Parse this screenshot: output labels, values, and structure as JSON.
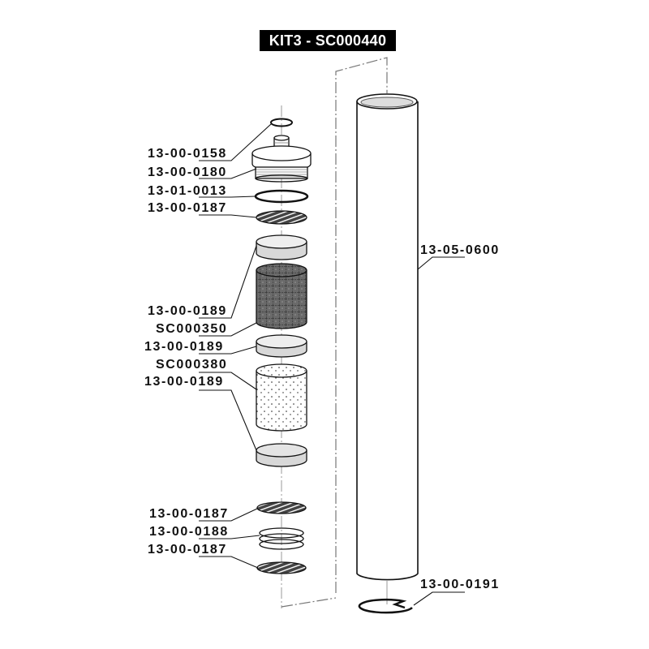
{
  "title": "KIT3 - SC000440",
  "labels": [
    {
      "id": "l1",
      "text": "13-00-0158"
    },
    {
      "id": "l2",
      "text": "13-00-0180"
    },
    {
      "id": "l3",
      "text": "13-01-0013"
    },
    {
      "id": "l4",
      "text": "13-00-0187"
    },
    {
      "id": "l5",
      "text": "13-00-0189"
    },
    {
      "id": "l6",
      "text": "SC000350"
    },
    {
      "id": "l7",
      "text": "13-00-0189"
    },
    {
      "id": "l8",
      "text": "SC000380"
    },
    {
      "id": "l9",
      "text": "13-00-0189"
    },
    {
      "id": "l10",
      "text": "13-00-0187"
    },
    {
      "id": "l11",
      "text": "13-00-0188"
    },
    {
      "id": "l12",
      "text": "13-00-0187"
    },
    {
      "id": "l13",
      "text": "13-05-0600"
    },
    {
      "id": "l14",
      "text": "13-00-0191"
    }
  ],
  "colors": {
    "line": "#111111",
    "disc_fill": "#d8d8d8",
    "mesh_fill": "#555555",
    "title_bg": "#000000",
    "title_fg": "#ffffff"
  }
}
